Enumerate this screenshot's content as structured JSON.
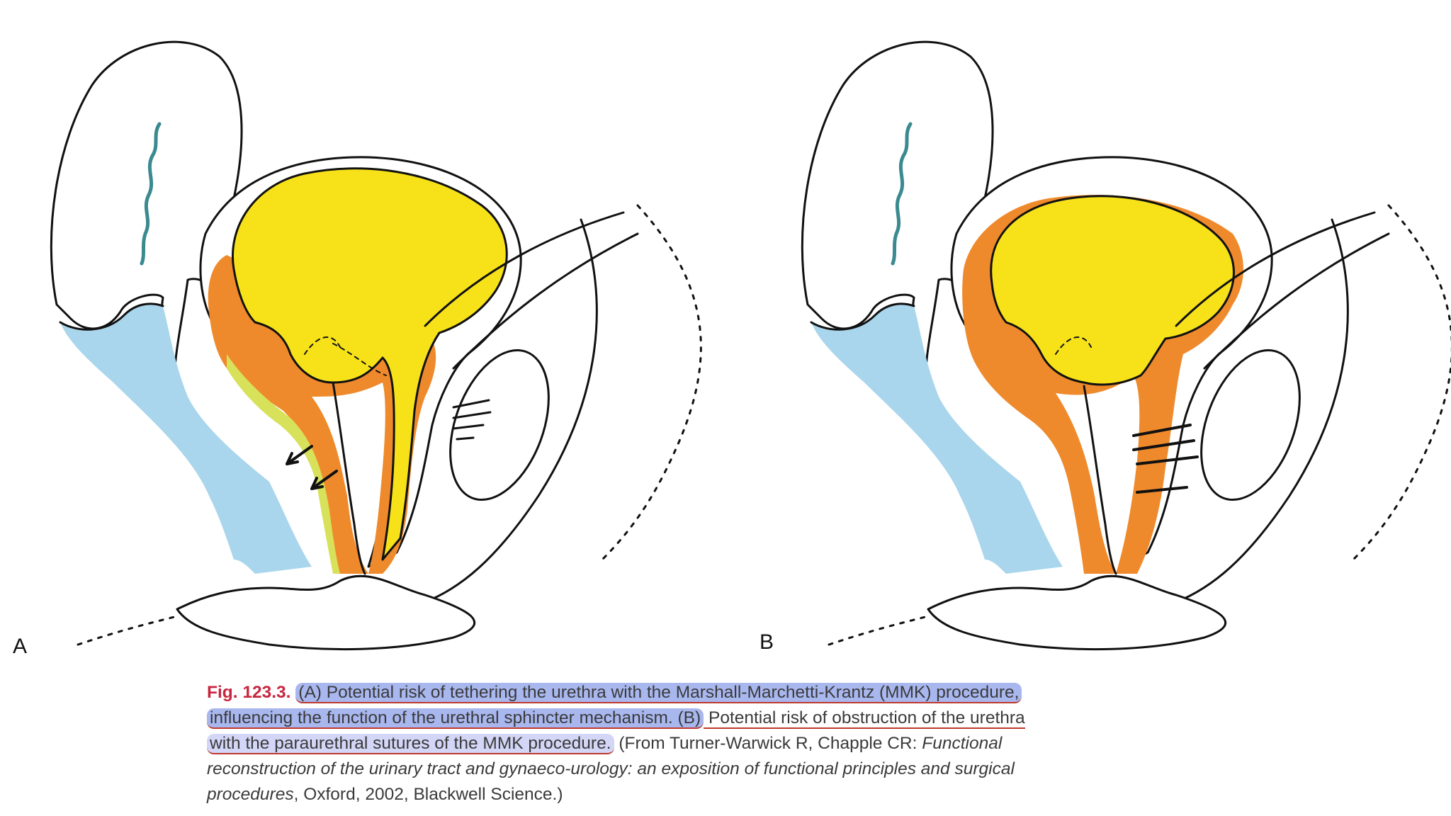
{
  "panels": {
    "a_label": "A",
    "b_label": "B"
  },
  "caption": {
    "fig_number": "Fig. 123.3.",
    "line1_highlight": "(A) Potential risk of tethering the urethra with the Marshall-Marchetti-Krantz (MMK) procedure,",
    "line2_highlight": "influencing the function of the urethral sphincter mechanism. (B)",
    "line2_rest": " Potential risk of obstruction of the urethra",
    "line3_highlight": "with the paraurethral sutures of the MMK procedure.",
    "line3_rest": " (From Turner-Warwick R, Chapple CR: ",
    "line3_italic": "Functional",
    "line4_italic": "reconstruction of the urinary tract and gynaeco-urology: an exposition of functional principles and surgical",
    "line5_italic": "procedures",
    "line5_rest": ", Oxford, 2002, Blackwell Science.)"
  },
  "colors": {
    "bladder": "#f7e21a",
    "detrusor": "#ef8a2c",
    "vagina": "#a9d6ec",
    "highlight": "#a9b7ef",
    "fig_number": "#c8263f"
  }
}
